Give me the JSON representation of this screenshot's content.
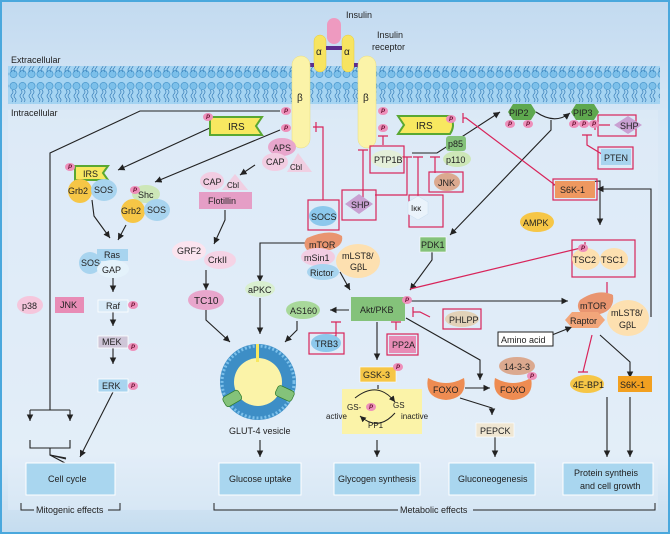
{
  "title": "Insulin signaling pathway",
  "regions": {
    "extracellular": "Extracellular",
    "intracellular": "Intracellular"
  },
  "receptor": {
    "ligand": "Insulin",
    "receptor_label_1": "Insulin",
    "receptor_label_2": "receptor",
    "alpha": "α",
    "beta": "β",
    "phospho": "P"
  },
  "nodes": {
    "irs_top": "IRS",
    "irs_left": "IRS",
    "irs_right": "IRS",
    "grb2_a": "Grb2",
    "sos_a": "SOS",
    "shc": "Shc",
    "grb2_b": "Grb2",
    "sos_b": "SOS",
    "ras": "Ras",
    "gap": "GAP",
    "sos_c": "SOS",
    "raf": "Raf",
    "mek": "MEK",
    "erk": "ERK",
    "p38": "p38",
    "jnk_left": "JNK",
    "aps": "APS",
    "cap_a": "CAP",
    "cbl_a": "Cbl",
    "cap_b": "CAP",
    "cbl_b": "Cbl",
    "flotillin": "Flotillin",
    "grf2": "GRF2",
    "crkii": "CrkII",
    "tc10": "TC10",
    "socs": "SOCS",
    "ptp1b": "PTP1B",
    "shp_a": "SHP",
    "ikk": "Iκκ",
    "jnk_right": "JNK",
    "p85": "p85",
    "p110": "p110",
    "pip2": "PIP2",
    "pip3": "PIP3",
    "shp_b": "SHP",
    "pten": "PTEN",
    "s6k1_top": "S6K-1",
    "ampk": "AMPK",
    "tsc2": "TSC2",
    "tsc1": "TSC1",
    "pdk1": "PDK1",
    "mtor_c2": "mTOR",
    "msin1": "mSin1",
    "rictor": "Rictor",
    "mlst8_a_1": "mLST8/",
    "mlst8_a_2": "GβL",
    "apkc": "aPKC",
    "as160": "AS160",
    "akt": "Akt/PKB",
    "phlpp": "PHLPP",
    "trb3": "TRB3",
    "pp2a": "PP2A",
    "gsk3": "GSK-3",
    "gs_active_1": "GS-",
    "gs_active_2": "active",
    "gs_inactive_1": "GS",
    "gs_inactive_2": "inactive",
    "pp1": "PP1",
    "foxo_a": "FOXO",
    "foxo_b": "FOXO",
    "x1433": "14-3-3",
    "pepck": "PEPCK",
    "mtor_c1": "mTOR",
    "raptor": "Raptor",
    "mlst8_b_1": "mLST8/",
    "mlst8_b_2": "GβL",
    "amino_acid": "Amino acid",
    "eif4ebp1": "4E-BP1",
    "s6k1_bottom": "S6K-1",
    "glut4": "GLUT-4 vesicle"
  },
  "outcomes": {
    "cell_cycle": "Cell cycle",
    "glucose_uptake": "Glucose uptake",
    "glycogen_synthesis": "Glycogen synthesis",
    "gluconeogenesis": "Gluconeogenesis",
    "protein_1": "Protein syntheis",
    "protein_2": "and cell growth"
  },
  "groups": {
    "mitogenic": "Mitogenic effects",
    "metabolic": "Metabolic effects"
  },
  "colors": {
    "background": "#dce9f5",
    "membrane": "#5aaee0",
    "inhibition": "#d8245a",
    "activation": "#222222",
    "irs": "#f8e860",
    "irs_border": "#5aa832",
    "outcome_box": "#a9d6ef"
  }
}
